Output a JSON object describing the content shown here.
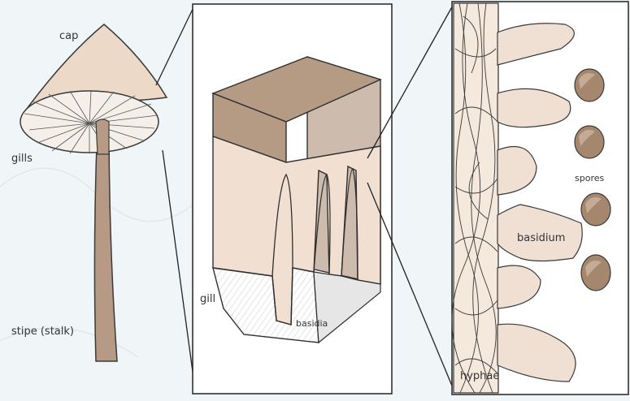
{
  "labels": {
    "cap": "cap",
    "gills": "gills",
    "stipe": "stipe (stalk)",
    "gill": "gill",
    "basidia": "basidia",
    "spores": "spores",
    "basidium": "basidium",
    "hyphae": "hyphae"
  },
  "colors": {
    "background": "#f0f6f7",
    "panel": "#ffffff",
    "cap_dark": "#b59a84",
    "tissue": "#f1e0d2",
    "gill_shadow": "#dcdcdc",
    "spore": "#a4876d",
    "outline": "#2f2f2f"
  }
}
